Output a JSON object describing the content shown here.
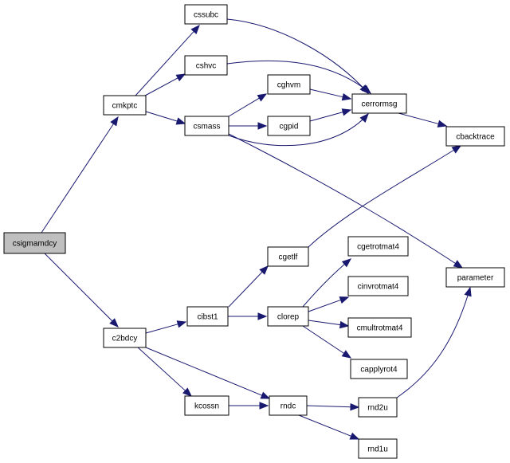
{
  "graph": {
    "root": "csigmamdcy",
    "colors": {
      "edge": "#191970",
      "root_fill": "#bfbfbf",
      "node_fill": "#ffffff"
    },
    "nodes": {
      "csigmamdcy": "csigmamdcy",
      "cmkptc": "cmkptc",
      "c2bdcy": "c2bdcy",
      "cssubc": "cssubc",
      "cshvc": "cshvc",
      "csmass": "csmass",
      "cghvm": "cghvm",
      "cgpid": "cgpid",
      "cerrormsg": "cerrormsg",
      "cbacktrace": "cbacktrace",
      "parameter": "parameter",
      "cgetlf": "cgetlf",
      "cibst1": "cibst1",
      "clorep": "clorep",
      "cgetrotmat4": "cgetrotmat4",
      "cinvrotmat4": "cinvrotmat4",
      "cmultrotmat4": "cmultrotmat4",
      "capplyrot4": "capplyrot4",
      "kcossn": "kcossn",
      "rndc": "rndc",
      "rnd2u": "rnd2u",
      "rnd1u": "rnd1u"
    },
    "edges": [
      [
        "csigmamdcy",
        "cmkptc"
      ],
      [
        "csigmamdcy",
        "c2bdcy"
      ],
      [
        "cmkptc",
        "cssubc"
      ],
      [
        "cmkptc",
        "cshvc"
      ],
      [
        "cmkptc",
        "csmass"
      ],
      [
        "cssubc",
        "cerrormsg"
      ],
      [
        "cshvc",
        "cerrormsg"
      ],
      [
        "csmass",
        "cghvm"
      ],
      [
        "csmass",
        "cgpid"
      ],
      [
        "csmass",
        "cerrormsg"
      ],
      [
        "csmass",
        "parameter"
      ],
      [
        "cghvm",
        "cerrormsg"
      ],
      [
        "cgpid",
        "cerrormsg"
      ],
      [
        "cerrormsg",
        "cbacktrace"
      ],
      [
        "c2bdcy",
        "cibst1"
      ],
      [
        "c2bdcy",
        "kcossn"
      ],
      [
        "c2bdcy",
        "rndc"
      ],
      [
        "cibst1",
        "cgetlf"
      ],
      [
        "cibst1",
        "clorep"
      ],
      [
        "cgetlf",
        "cbacktrace"
      ],
      [
        "clorep",
        "cgetrotmat4"
      ],
      [
        "clorep",
        "cinvrotmat4"
      ],
      [
        "clorep",
        "cmultrotmat4"
      ],
      [
        "clorep",
        "capplyrot4"
      ],
      [
        "kcossn",
        "rndc"
      ],
      [
        "rndc",
        "rnd2u"
      ],
      [
        "rndc",
        "rnd1u"
      ],
      [
        "rnd2u",
        "parameter"
      ]
    ]
  }
}
